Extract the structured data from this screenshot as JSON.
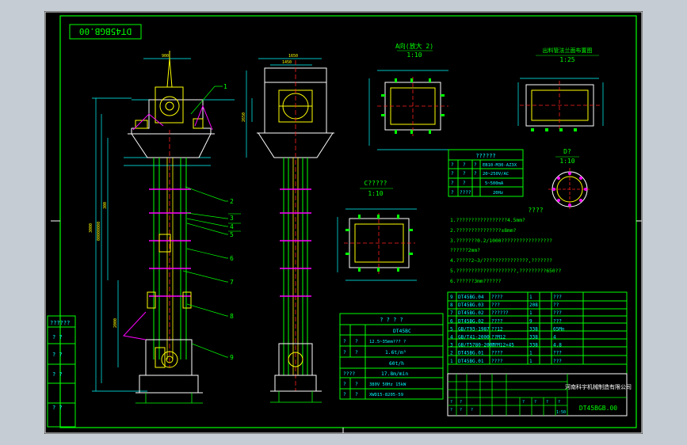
{
  "drawing_no": "DT45BGB.00",
  "left_strip": {
    "header": "??????",
    "rows": [
      "?  ?",
      "?  ?",
      "?  ?",
      "?  ?"
    ]
  },
  "balloons": [
    "1",
    "2",
    "3",
    "4",
    "5",
    "6",
    "7",
    "8",
    "9"
  ],
  "views": {
    "section_a": {
      "label": "A向(放大 2)",
      "scale": "1:10"
    },
    "section_b": {
      "label": "出料管法兰面布置图",
      "scale": "1:25"
    },
    "section_c": {
      "label": "C?????",
      "scale": "1:10"
    },
    "section_d": {
      "label": "D?",
      "scale": "1:10"
    }
  },
  "cal_table": {
    "title": "??????",
    "rows": [
      [
        "?",
        "?",
        "?",
        "EB10-M30-AZ3X"
      ],
      [
        "?",
        "?",
        "?",
        "20~250V/AC"
      ],
      [
        "?",
        "?",
        "",
        "5~500mA"
      ],
      [
        "?",
        "????",
        "",
        "20Hz"
      ]
    ]
  },
  "tech_table": {
    "title": "? ? ? ?",
    "rows": [
      [
        "",
        "",
        "DT45BC"
      ],
      [
        "?",
        "?",
        "12.5~35mm??? ?"
      ],
      [
        "?",
        "?",
        "1.6t/m³"
      ],
      [
        "",
        "",
        "60t/h"
      ],
      [
        "????",
        "",
        "17.8m/min"
      ],
      [
        "?",
        "?",
        "380V  50Hz  15kW"
      ],
      [
        "?",
        "?",
        "XWD15-8205-59"
      ]
    ]
  },
  "notes": {
    "title": "????",
    "items": [
      "1.?????????????????4.5mm?",
      "2.???????????????±8mm?",
      "3.???????0.2/1000?????????????????",
      "   ??????2mm?",
      "4.?????2~3/???????????????,???????",
      "5.????????????????????,?????????650??",
      "6.??????3mm??????"
    ]
  },
  "parts_list": [
    [
      "9",
      "DT45BG.04",
      "????",
      "1",
      "",
      "???"
    ],
    [
      "8",
      "DT45BG.03",
      "???",
      "208",
      "",
      "??"
    ],
    [
      "7",
      "DT45BG.02",
      "??????",
      "1",
      "",
      "???"
    ],
    [
      "6",
      "DT45BG.02",
      "????",
      "9",
      "",
      "???"
    ],
    [
      "5",
      "GB/T93-1987",
      "??12",
      "338",
      "",
      "65Mn"
    ],
    [
      "4",
      "GB/T41-2000",
      "??M12",
      "338",
      "",
      "4"
    ],
    [
      "3",
      "GB/T5780-2000",
      "??M12×45",
      "338",
      "",
      "4.8"
    ],
    [
      "2",
      "DT45BG.01",
      "????",
      "1",
      "",
      "???"
    ],
    [
      "1",
      "DT45BG.01",
      "????",
      "1",
      "",
      "???"
    ]
  ],
  "title_block": {
    "company": "河南科宇机械制造有限公司",
    "scale": "1:50",
    "drawing_no": "DT45BGB.00",
    "cells": [
      "?",
      "?",
      "?",
      "?",
      "?",
      "?",
      "?",
      "?",
      "?"
    ]
  },
  "colors": {
    "frame": "#ffffff",
    "line": "#00ff00",
    "detail": "#ffff00",
    "accent": "#ff00ff",
    "dim": "#00ffff",
    "red": "#ff2020"
  }
}
